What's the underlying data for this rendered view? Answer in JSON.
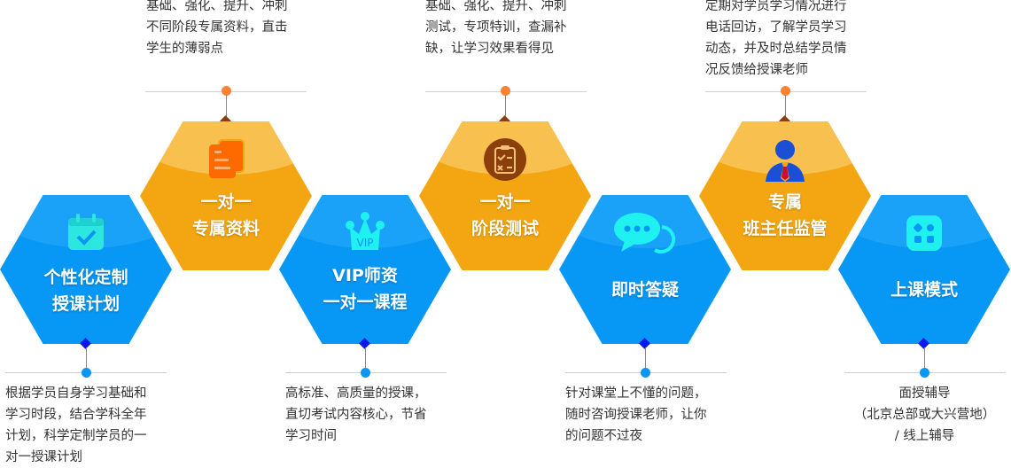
{
  "items": [
    {
      "title1": "个性化定制",
      "title2": "授课计划",
      "color": "blue",
      "icon": "calendar-check-icon",
      "desc": [
        "根据学员自身学习基础和",
        "学习时段，结合学科全年",
        "计划，科学定制学员的一",
        "对一授课计划"
      ]
    },
    {
      "title1": "一对一",
      "title2": "专属资料",
      "color": "orange",
      "icon": "documents-icon",
      "desc": [
        "基础、强化、提升、冲刺",
        "不同阶段专属资料，直击",
        "学生的薄弱点"
      ]
    },
    {
      "title1": "VIP师资",
      "title2": "一对一课程",
      "color": "blue",
      "icon": "vip-crown-icon",
      "icon_text": "VIP",
      "desc": [
        "高标准、高质量的授课，",
        "直切考试内容核心，节省",
        "学习时间"
      ]
    },
    {
      "title1": "一对一",
      "title2": "阶段测试",
      "color": "orange",
      "icon": "clipboard-test-icon",
      "desc": [
        "基础、强化、提升、冲刺",
        "测试，专项特训，查漏补",
        "缺，让学习效果看得见"
      ]
    },
    {
      "title1": "即时答疑",
      "title2": "",
      "color": "blue",
      "icon": "chat-bubble-icon",
      "desc": [
        "针对课堂上不懂的问题，",
        "随时咨询授课老师，让你",
        "的问题不过夜"
      ]
    },
    {
      "title1": "专属",
      "title2": "班主任监管",
      "color": "orange",
      "icon": "head-teacher-icon",
      "desc": [
        "定期对学员学习情况进行",
        "电话回访，了解学员学习",
        "动态，并及时总结学员情",
        "况反馈给授课老师"
      ]
    },
    {
      "title1": "上课模式",
      "title2": "",
      "color": "blue",
      "icon": "apps-grid-icon",
      "desc": [
        "面授辅导",
        "（北京总部或大兴营地）",
        "/  线上辅导"
      ]
    }
  ],
  "colors": {
    "blue": "#0797f4",
    "orange": "#f3a611",
    "connector_orange": "#fd8233",
    "connector_blue": "#0a96f2"
  }
}
